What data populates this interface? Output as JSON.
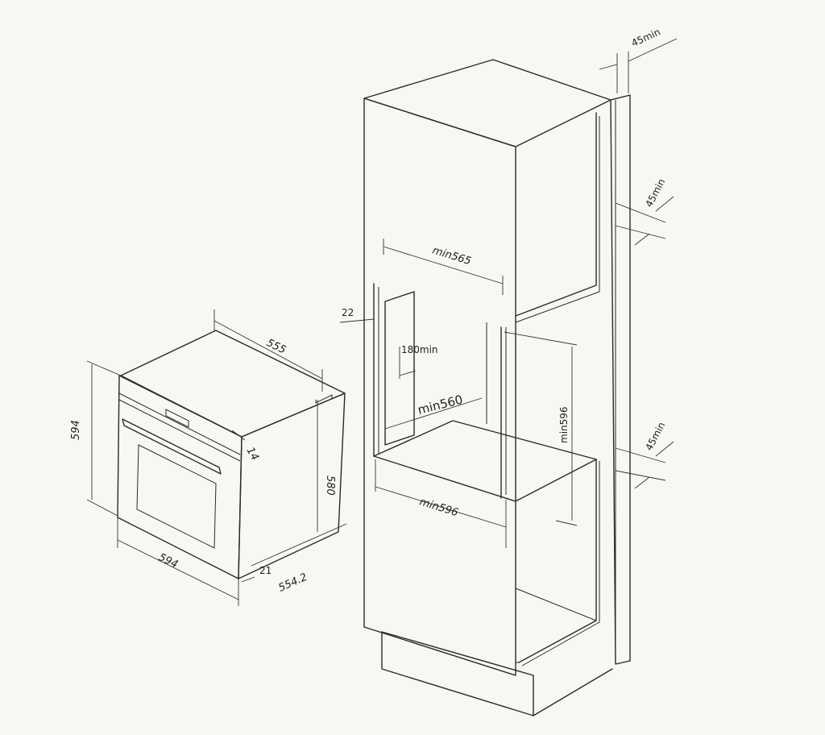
{
  "colors": {
    "background": "#f8f7f3",
    "line": "#2a2a2a"
  },
  "dimensions": {
    "oven_depth": "555",
    "oven_height": "594",
    "oven_width": "594",
    "oven_body_height": "580",
    "oven_gap": "14",
    "oven_front_thickness": "21",
    "oven_total_depth": "554.2",
    "cabinet_top_gap": "45min",
    "cabinet_side_gap_upper": "45min",
    "cabinet_side_gap_lower": "45min",
    "opening_width_top": "min565",
    "panel_thickness": "22",
    "vent_height": "180min",
    "opening_depth": "min560",
    "opening_height": "min596",
    "opening_width_bottom": "min596"
  }
}
